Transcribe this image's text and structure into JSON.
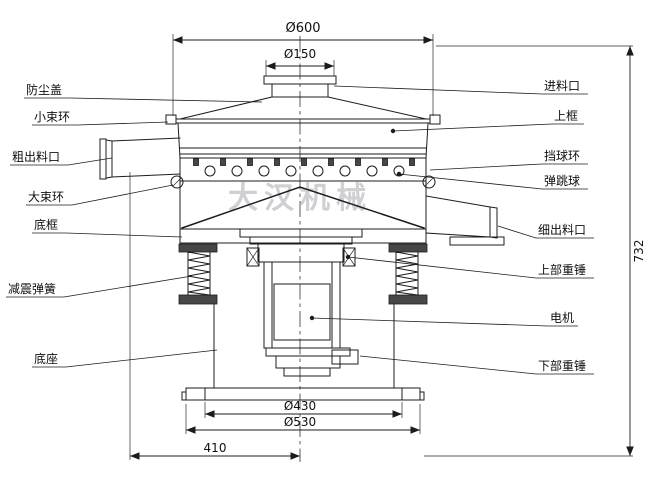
{
  "drawing": {
    "watermark": "大汉机械",
    "dimensions": {
      "top_outer_diameter": "Ø600",
      "inlet_diameter": "Ø150",
      "total_height": "732",
      "bottom_inner_diameter": "Ø430",
      "bottom_outer_diameter": "Ø530",
      "base_offset": "410"
    },
    "labels_left": [
      {
        "text": "防尘盖"
      },
      {
        "text": "小束环"
      },
      {
        "text": "粗出料口"
      },
      {
        "text": "大束环"
      },
      {
        "text": "底框"
      },
      {
        "text": "减震弹簧"
      },
      {
        "text": "底座"
      }
    ],
    "labels_right": [
      {
        "text": "进料口"
      },
      {
        "text": "上框"
      },
      {
        "text": "挡球环"
      },
      {
        "text": "弹跳球"
      },
      {
        "text": "细出料口"
      },
      {
        "text": "上部重锤"
      },
      {
        "text": "电机"
      },
      {
        "text": "下部重锤"
      }
    ],
    "colors": {
      "line": "#1c1c1c",
      "watermark": "#c9ccd0",
      "background": "#ffffff"
    }
  }
}
